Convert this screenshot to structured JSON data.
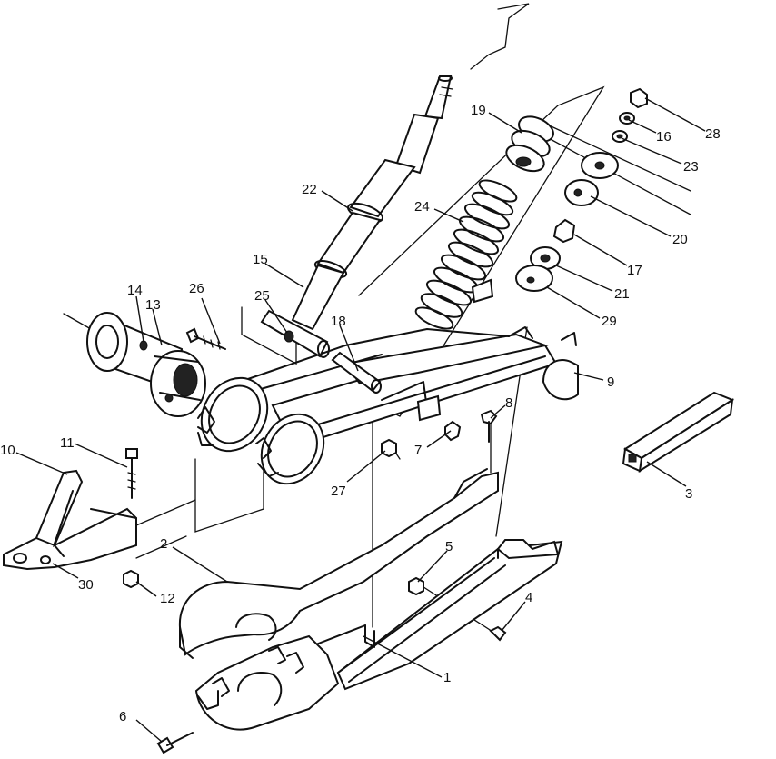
{
  "callouts": [
    {
      "id": "1",
      "label": "1"
    },
    {
      "id": "2",
      "label": "2"
    },
    {
      "id": "3",
      "label": "3"
    },
    {
      "id": "4",
      "label": "4"
    },
    {
      "id": "5",
      "label": "5"
    },
    {
      "id": "6",
      "label": "6"
    },
    {
      "id": "7",
      "label": "7"
    },
    {
      "id": "8",
      "label": "8"
    },
    {
      "id": "9",
      "label": "9"
    },
    {
      "id": "10",
      "label": "10"
    },
    {
      "id": "11",
      "label": "11"
    },
    {
      "id": "12",
      "label": "12"
    },
    {
      "id": "13",
      "label": "13"
    },
    {
      "id": "14",
      "label": "14"
    },
    {
      "id": "15",
      "label": "15"
    },
    {
      "id": "16",
      "label": "16"
    },
    {
      "id": "17",
      "label": "17"
    },
    {
      "id": "18",
      "label": "18"
    },
    {
      "id": "19",
      "label": "19"
    },
    {
      "id": "20",
      "label": "20"
    },
    {
      "id": "21",
      "label": "21"
    },
    {
      "id": "22",
      "label": "22"
    },
    {
      "id": "23",
      "label": "23"
    },
    {
      "id": "24",
      "label": "24"
    },
    {
      "id": "25",
      "label": "25"
    },
    {
      "id": "26",
      "label": "26"
    },
    {
      "id": "27",
      "label": "27"
    },
    {
      "id": "28",
      "label": "28"
    },
    {
      "id": "29",
      "label": "29"
    },
    {
      "id": "30",
      "label": "30"
    }
  ]
}
